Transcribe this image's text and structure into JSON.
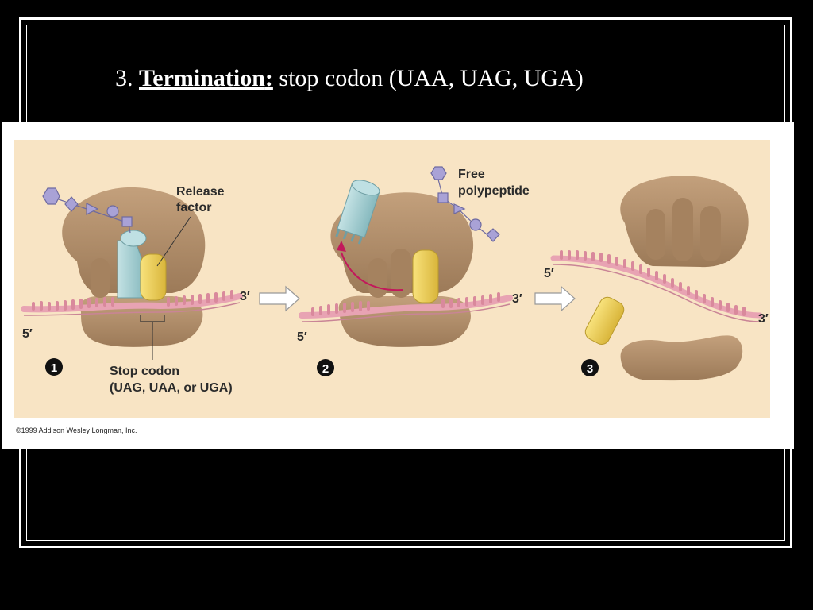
{
  "slide": {
    "title_number": "3.",
    "title_keyword": "Termination",
    "title_colon": ":",
    "title_rest": " stop codon (UAA, UAG, UGA)"
  },
  "figure": {
    "labels": {
      "release_factor": [
        "Release",
        "factor"
      ],
      "free_polypeptide": [
        "Free",
        "polypeptide"
      ],
      "stop_codon": [
        "Stop codon",
        "(UAG, UAA, or UGA)"
      ],
      "five_prime": "5′",
      "three_prime": "3′",
      "step1": "1",
      "step2": "2",
      "step3": "3"
    },
    "copyright": "©1999 Addison Wesley Longman, Inc."
  },
  "colors": {
    "background": "#000000",
    "figure_panel": "#f8e4c4",
    "ribosome": "#b18f6c",
    "release_factor": "#f2d25a",
    "trna": "#a9d2d6",
    "mrna": "#e8a3b3",
    "polypeptide": "#a9a2d6"
  }
}
